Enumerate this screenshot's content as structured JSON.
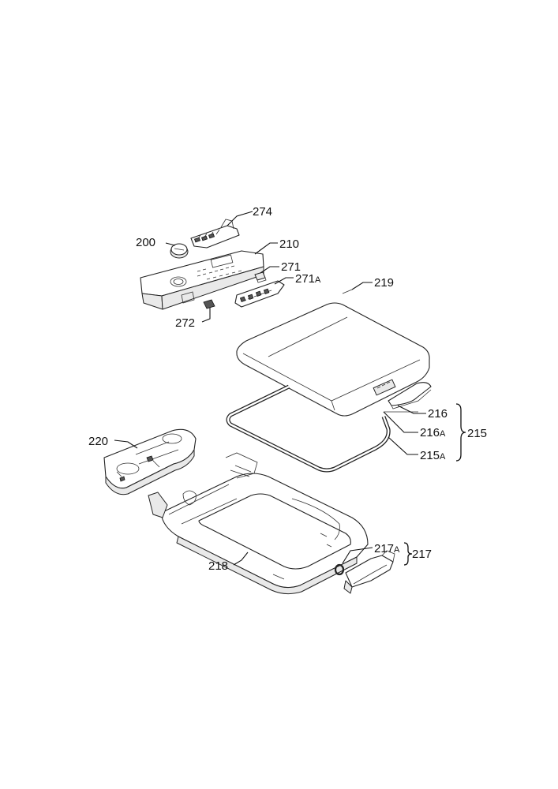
{
  "labels": {
    "p274": "274",
    "p200": "200",
    "p210": "210",
    "p271": "271",
    "p271a": "271",
    "p271a_suffix": "A",
    "p219": "219",
    "p272": "272",
    "p216": "216",
    "p216a": "216",
    "p216a_suffix": "A",
    "p215": "215",
    "p215a": "215",
    "p215a_suffix": "A",
    "p220": "220",
    "p218": "218",
    "p217a": "217",
    "p217a_suffix": "A",
    "p217": "217"
  }
}
